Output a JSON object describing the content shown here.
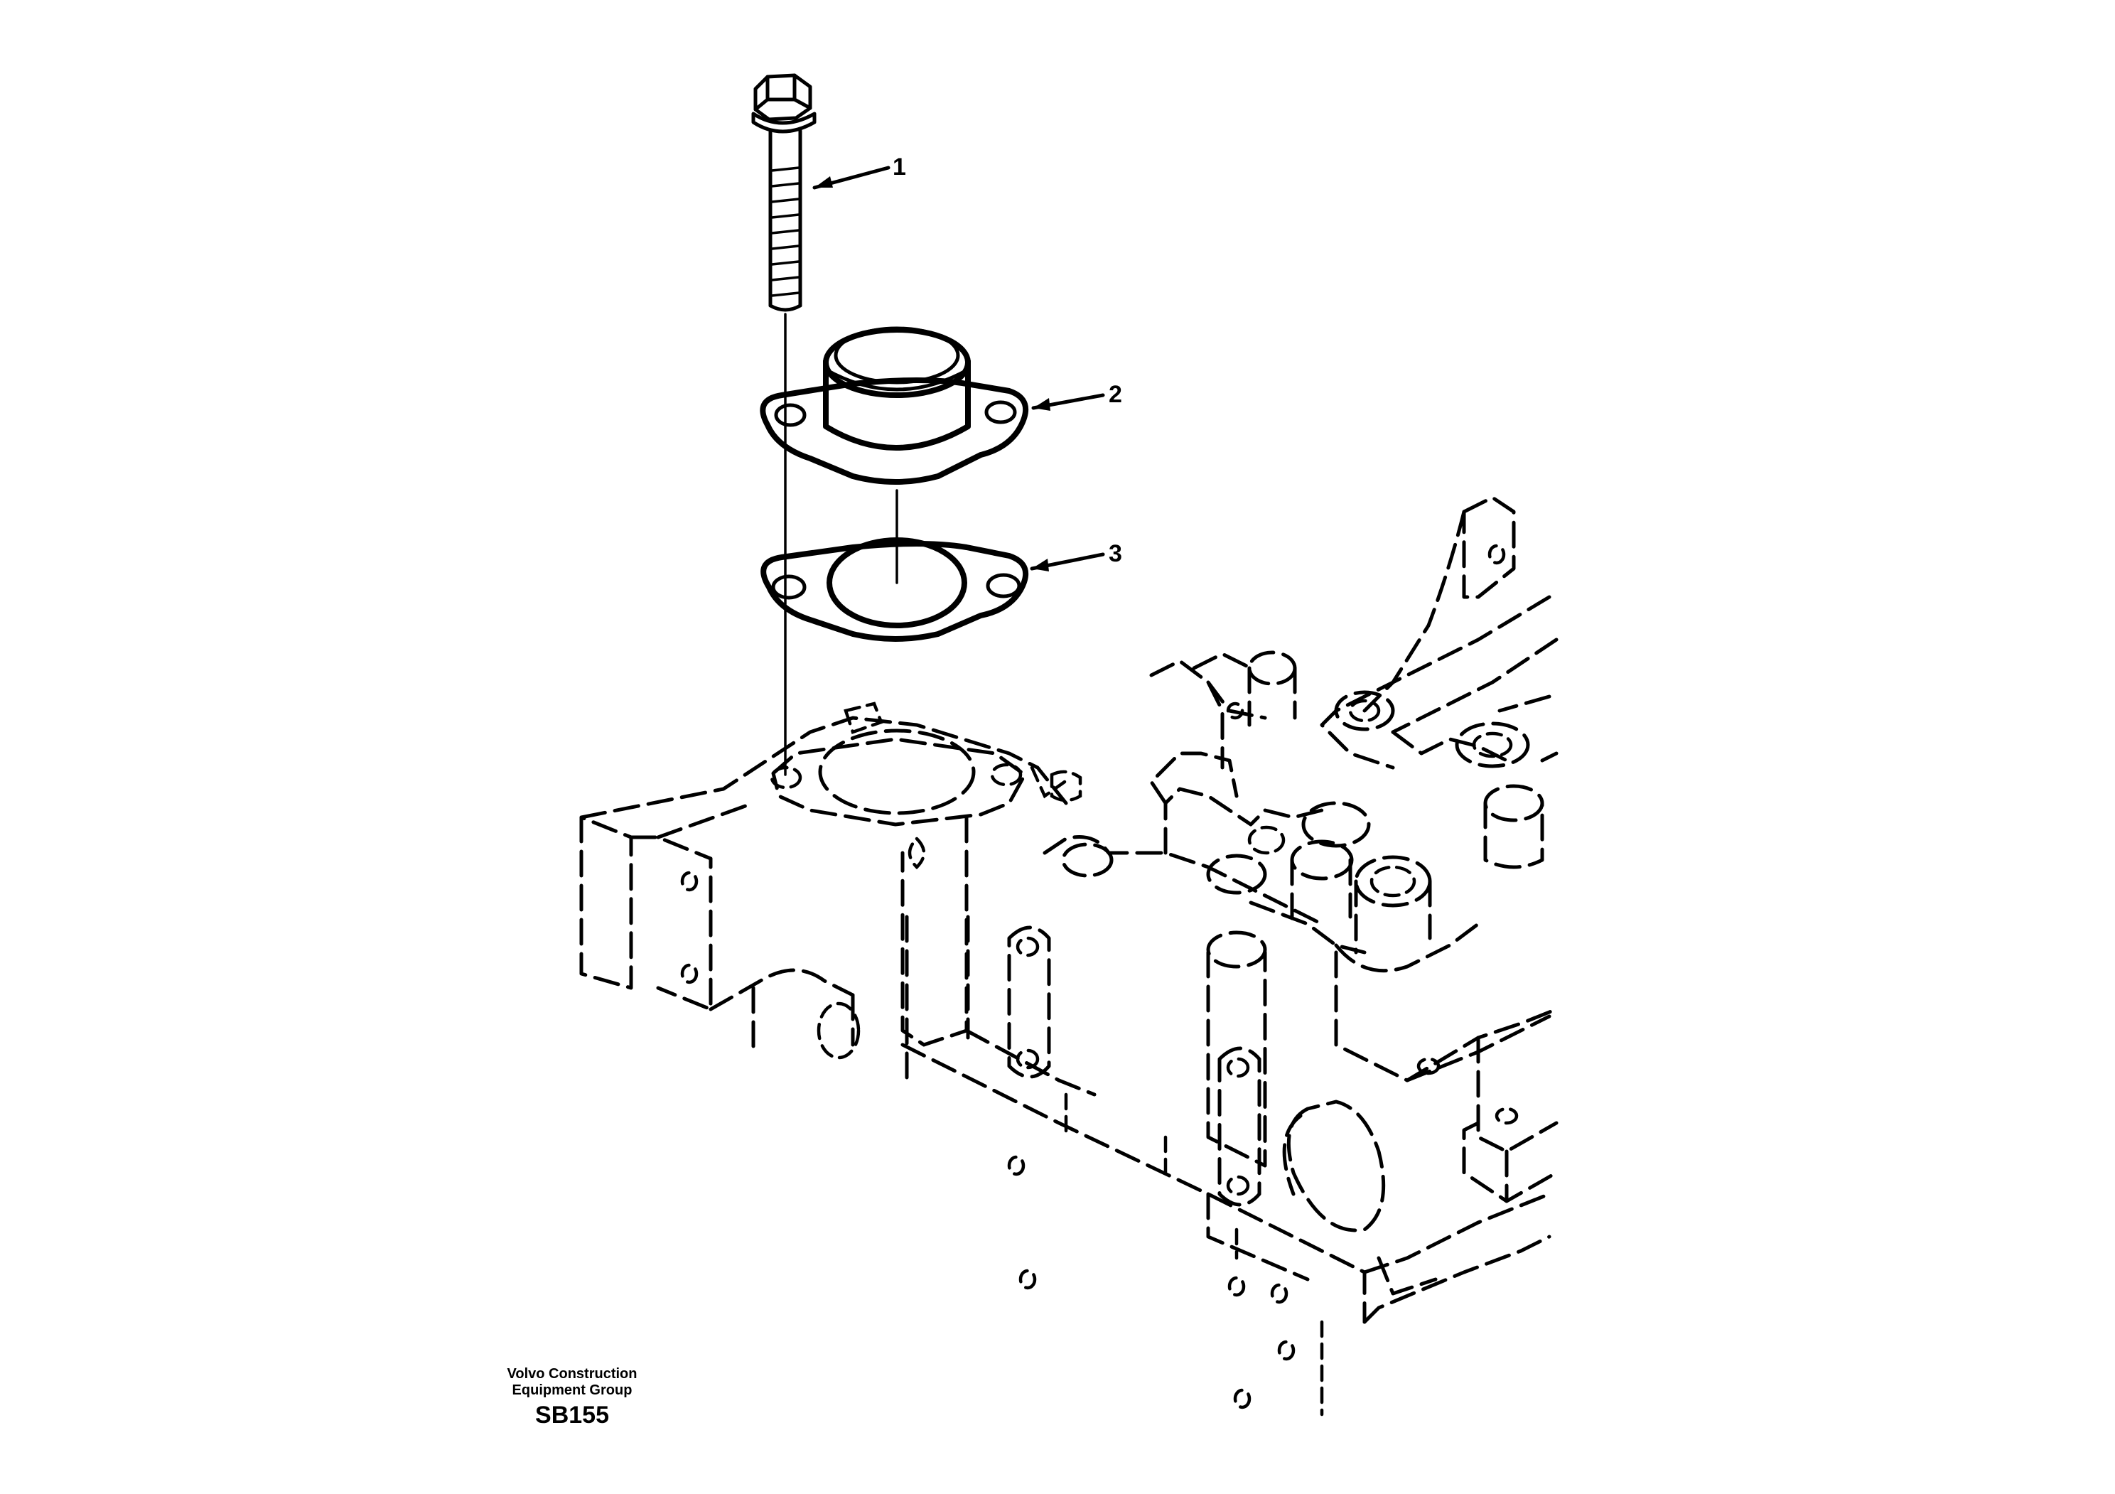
{
  "callouts": [
    {
      "label": "1",
      "part": "bolt"
    },
    {
      "label": "2",
      "part": "flange-connection"
    },
    {
      "label": "3",
      "part": "gasket"
    }
  ],
  "footer": {
    "publisher_line1": "Volvo Construction",
    "publisher_line2": "Equipment Group",
    "drawing_code": "SB155"
  }
}
